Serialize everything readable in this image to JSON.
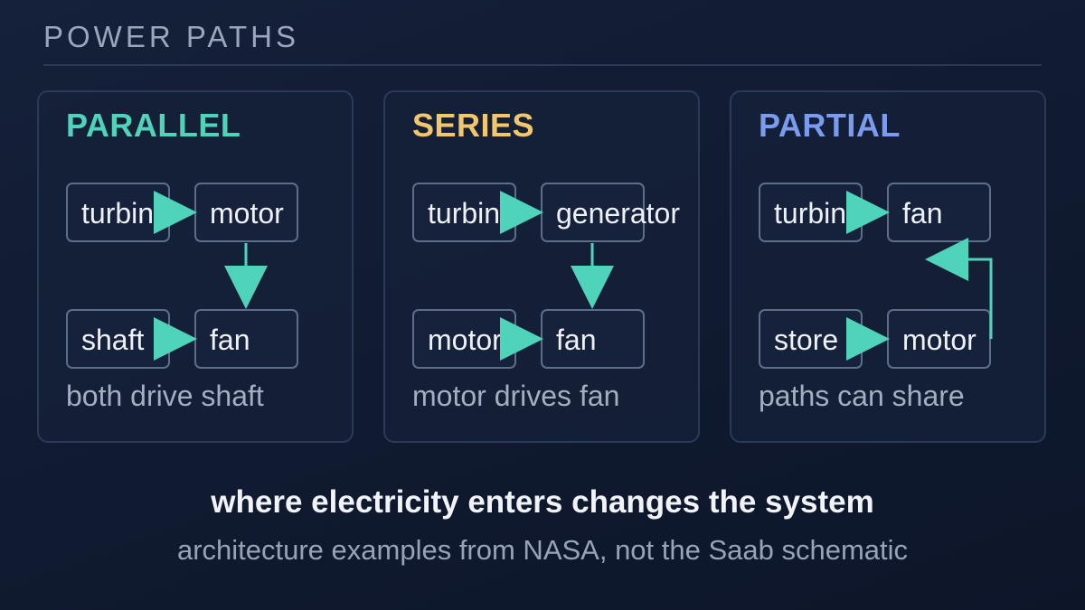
{
  "header": {
    "title": "POWER PATHS"
  },
  "colors": {
    "parallel": "#4fd3bb",
    "series": "#f2c66d",
    "partial": "#7b9bef",
    "arrow": "#4fd3bb"
  },
  "panels": [
    {
      "title": "PARALLEL",
      "nodes": [
        "turbine",
        "motor",
        "shaft",
        "fan"
      ],
      "caption": "both drive shaft"
    },
    {
      "title": "SERIES",
      "nodes": [
        "turbine",
        "generator",
        "motor",
        "fan"
      ],
      "caption": "motor drives fan"
    },
    {
      "title": "PARTIAL",
      "nodes": [
        "turbine",
        "fan",
        "store",
        "motor"
      ],
      "caption": "paths can share"
    }
  ],
  "footer": {
    "main": "where electricity enters changes the system",
    "sub": "architecture examples from NASA, not the Saab schematic"
  }
}
